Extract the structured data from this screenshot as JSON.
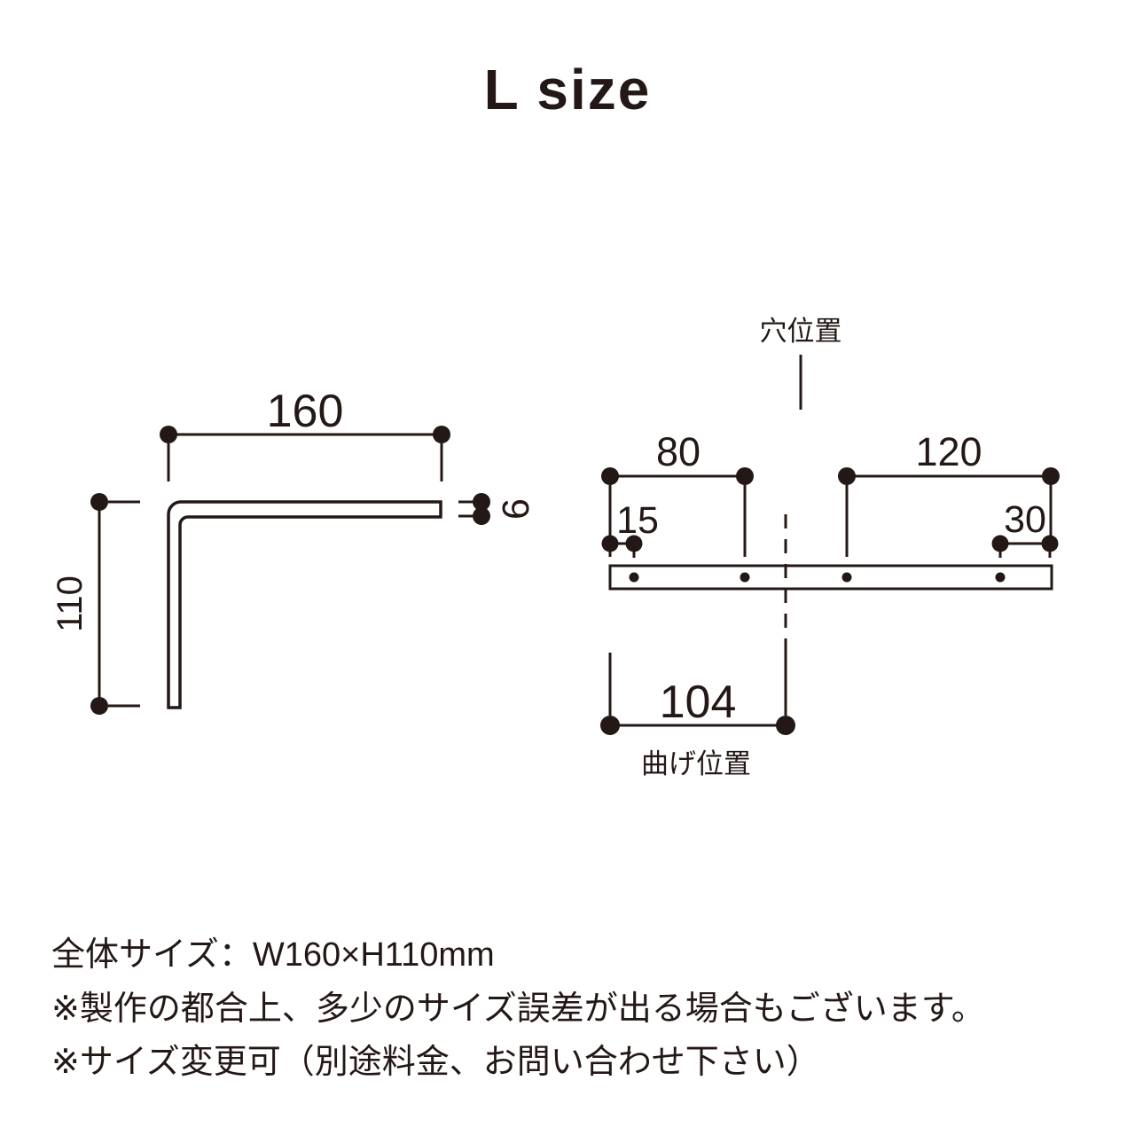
{
  "title": "L size",
  "ink_color": "#231815",
  "side_view": {
    "width_dim": "160",
    "height_dim": "110",
    "thickness_dim": "6"
  },
  "flat_view": {
    "hole_position_label": "穴位置",
    "bend_position_label": "曲げ位置",
    "left_hole_span_dim": "80",
    "right_hole_span_dim": "120",
    "left_edge_offset_dim": "15",
    "right_edge_offset_dim": "30",
    "bend_offset_dim": "104"
  },
  "notes": {
    "overall_size": "全体サイズ：W160×H110mm",
    "note_tolerance": "※製作の都合上、多少のサイズ誤差が出る場合もございます。",
    "note_resize": "※サイズ変更可（別途料金、お問い合わせ下さい）"
  }
}
